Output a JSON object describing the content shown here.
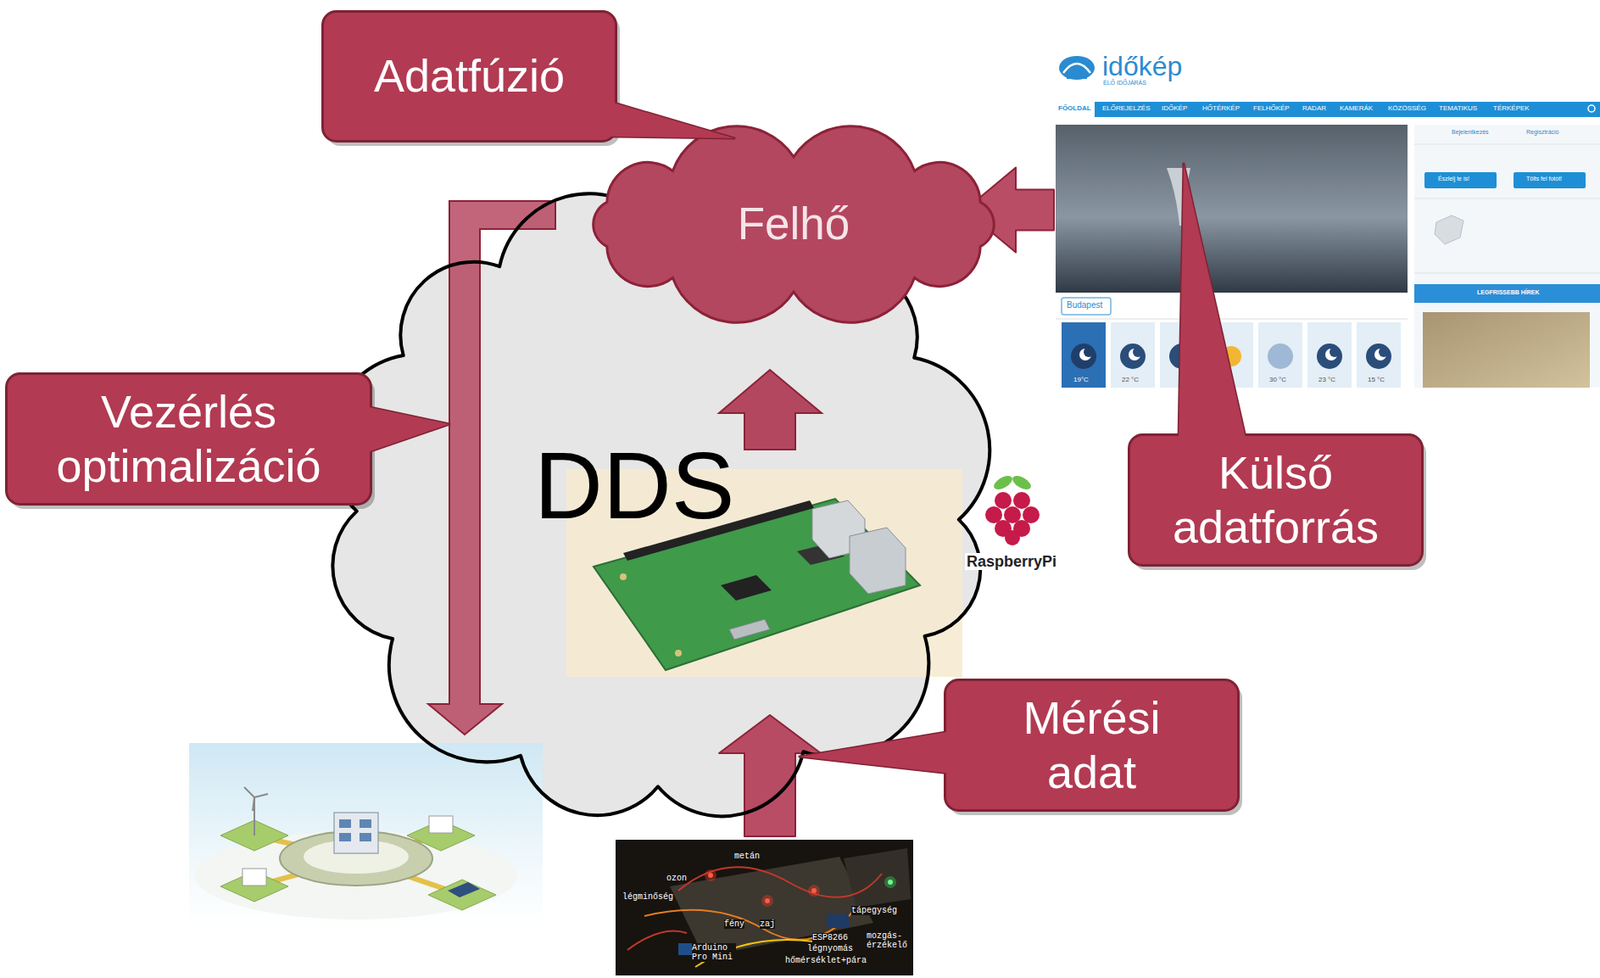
{
  "diagram": {
    "nodes": [
      {
        "text": [
          "Adatfúzió"
        ]
      },
      {
        "text": [
          "DDS"
        ]
      },
      {
        "text": [
          "Felhő"
        ],
        "in": 1
      },
      {
        "text": [
          "időkép"
        ]
      },
      {
        "text": [
          "Vezérlés optimalizáció"
        ]
      },
      {
        "text": [
          "Külső adatforrás"
        ]
      },
      {
        "text": [
          "Mérési adat"
        ]
      },
      {
        "text": [
          "metán",
          "ozon",
          "légminőség",
          "tápegység",
          "fény",
          "zaj",
          "ESP8266",
          "mozgás- érzékelő",
          "légnyomás",
          "Arduino Pro Mini",
          "hőmérséklet+pára"
        ]
      }
    ],
    "edges": [
      {
        "from": 3,
        "to": 2,
        "arrow": "to"
      },
      {
        "from": 7,
        "to": 1,
        "arrow": "to"
      }
    ],
    "labels": [
      "ÉLŐ IDŐJÁRÁS",
      "FŐOLDAL",
      "ELŐREJELZÉS",
      "IDŐKÉP",
      "HŐTÉRKÉP",
      "FELHŐKÉP",
      "RADAR",
      "KAMERÁK",
      "KÖZÖSSÉG",
      "TEMATIKUS",
      "TÉRKÉPEK",
      "Bejelentkezés",
      "Regisztráció",
      "Észlelj te is!",
      "Tölts fel fotót!",
      "Budapest",
      "19°C",
      "22 °C",
      "30 °C",
      "23 °C",
      "15 °C",
      "LEGFRISSEBB HÍREK",
      "RaspberryPi"
    ]
  }
}
